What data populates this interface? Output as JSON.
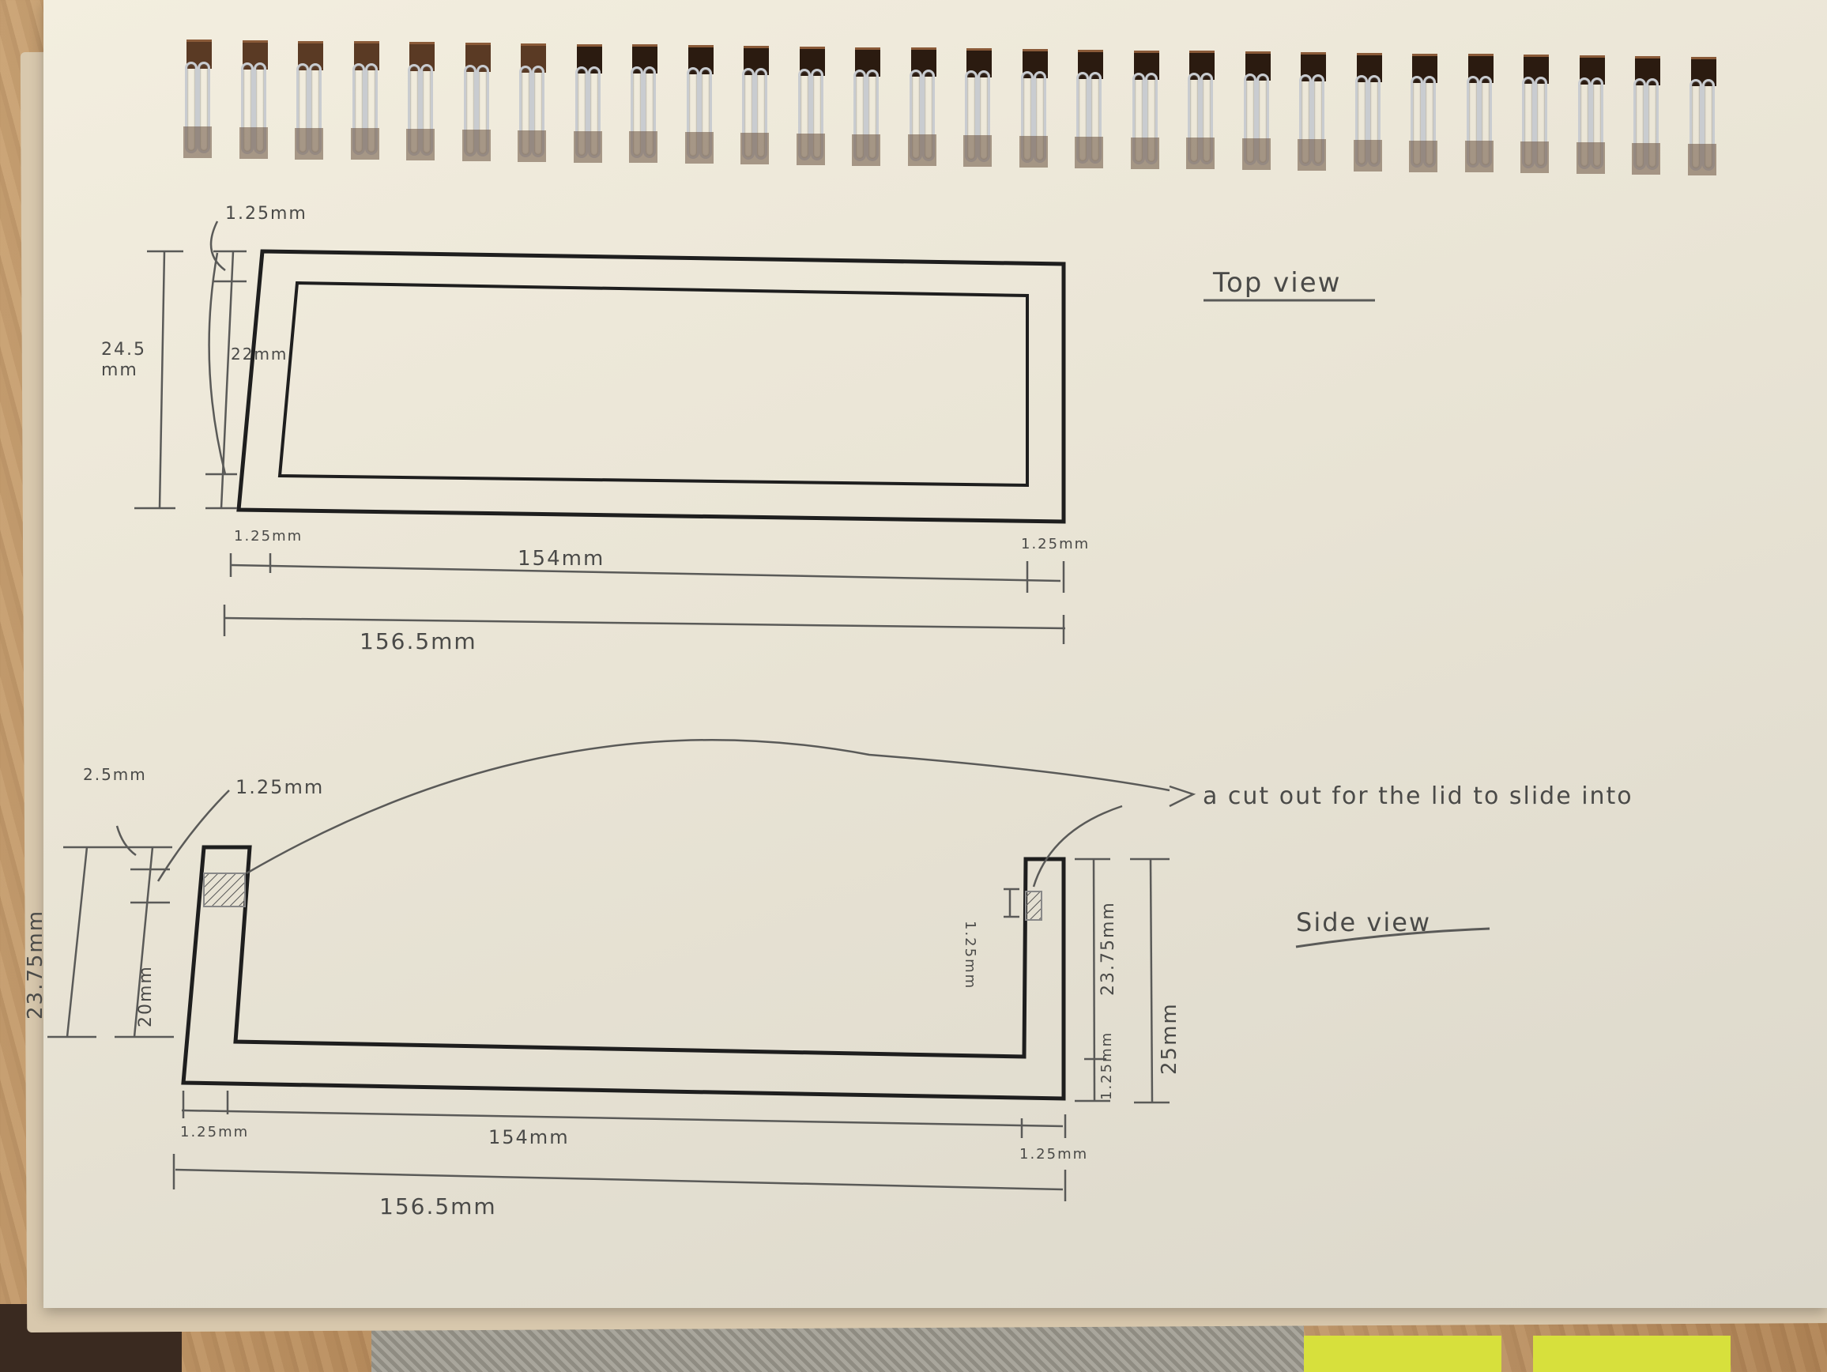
{
  "scene": {
    "description": "Hand-drawn technical sketch in a spiral notebook on a wooden table",
    "colors": {
      "paper": "#ebe6d7",
      "ink_dark": "#1e1e1e",
      "pencil": "#5a5a58",
      "wood": "#c09a6c",
      "sticky_note": "#d7e03c"
    },
    "spiral_ring_count": 28
  },
  "top_view": {
    "title": "Top view",
    "dimensions": {
      "wall_top": "1.25mm",
      "outer_height": "24.5 mm",
      "inner_height": "22mm",
      "wall_left": "1.25mm",
      "inner_length": "154mm",
      "wall_right": "1.25mm",
      "outer_length": "156.5mm"
    }
  },
  "side_view": {
    "title": "Side view",
    "annotation": "a cut out for the lid to slide into",
    "dimensions": {
      "top_offset": "2.5mm",
      "slot_height": "1.25mm",
      "left_height": "23.75mm",
      "left_inner_height": "20mm",
      "right_slot": "1.25mm",
      "right_height": "23.75mm",
      "base_thickness": "1.25mm",
      "total_height": "25mm",
      "wall_left": "1.25mm",
      "inner_length": "154mm",
      "wall_right": "1.25mm",
      "outer_length": "156.5mm"
    }
  }
}
